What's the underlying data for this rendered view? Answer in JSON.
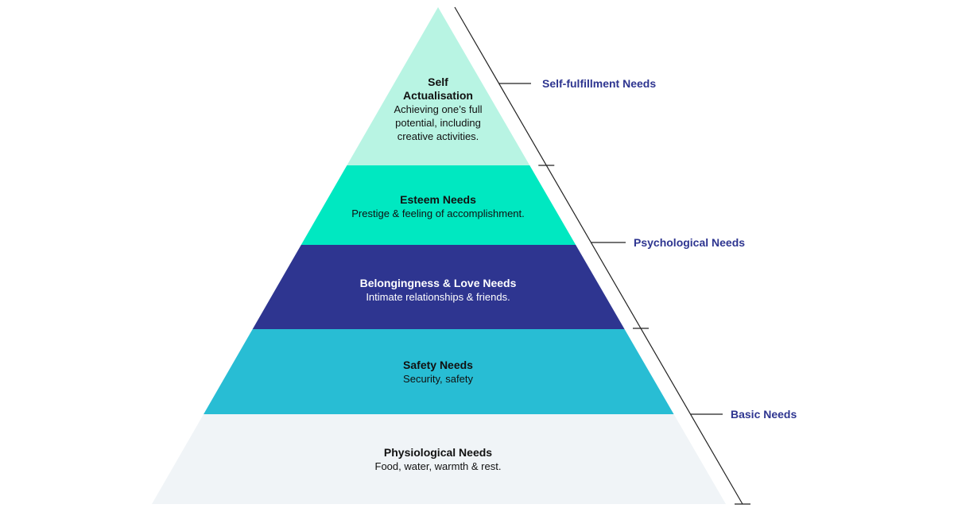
{
  "levels": [
    {
      "title_lines": [
        "Self",
        "Actualisation"
      ],
      "desc_lines": [
        "Achieving one’s full",
        "potential, including",
        "creative activities."
      ],
      "fill": "#b8f4e3",
      "text_color": "#111111"
    },
    {
      "title_lines": [
        "Esteem Needs"
      ],
      "desc_lines": [
        "Prestige & feeling of accomplishment."
      ],
      "fill": "#00e8c1",
      "text_color": "#111111"
    },
    {
      "title_lines": [
        "Belongingness & Love Needs"
      ],
      "desc_lines": [
        "Intimate relationships & friends."
      ],
      "fill": "#2e3590",
      "text_color": "#ffffff"
    },
    {
      "title_lines": [
        "Safety Needs"
      ],
      "desc_lines": [
        "Security, safety"
      ],
      "fill": "#28bdd4",
      "text_color": "#111111"
    },
    {
      "title_lines": [
        "Physiological Needs"
      ],
      "desc_lines": [
        "Food, water, warmth & rest."
      ],
      "fill": "#f0f4f7",
      "text_color": "#111111"
    }
  ],
  "groups": [
    {
      "label": "Self-fulfillment Needs"
    },
    {
      "label": "Psychological Needs"
    },
    {
      "label": "Basic Needs"
    }
  ],
  "colors": {
    "group_label": "#2e3590",
    "bracket_line": "#222222"
  }
}
